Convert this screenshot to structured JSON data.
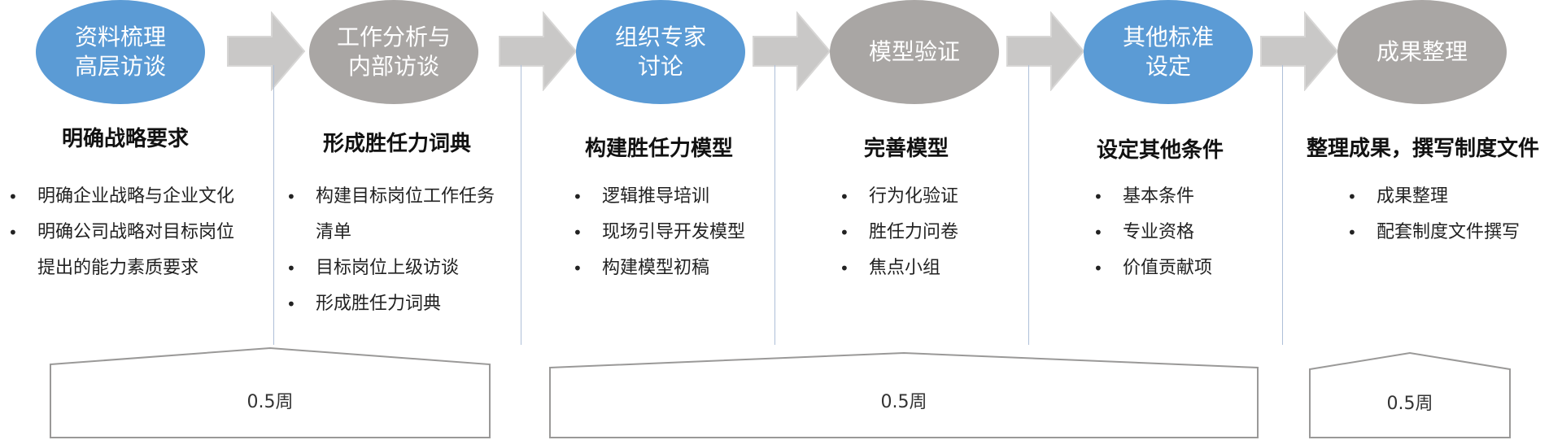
{
  "colors": {
    "blue": "#5b9bd5",
    "grey": "#a9a6a4",
    "arrow": "#c9c8c7",
    "divider": "#aebfd8"
  },
  "steps": [
    {
      "title": "资料梳理\n高层访谈",
      "color": "blue",
      "heading": "明确战略要求",
      "bullets": [
        [
          "明确企业战略与企业文化"
        ],
        [
          "明确公司战略对目标岗位",
          "提出的能力素质要求"
        ]
      ]
    },
    {
      "title": "工作分析与\n内部访谈",
      "color": "grey",
      "heading": "形成胜任力词典",
      "bullets": [
        [
          "构建目标岗位工作任务",
          "清单"
        ],
        [
          "目标岗位上级访谈"
        ],
        [
          "形成胜任力词典"
        ]
      ]
    },
    {
      "title": "组织专家\n讨论",
      "color": "blue",
      "heading": "构建胜任力模型",
      "bullets": [
        [
          "逻辑推导培训"
        ],
        [
          "现场引导开发模型"
        ],
        [
          "构建模型初稿"
        ]
      ]
    },
    {
      "title": "模型验证",
      "color": "grey",
      "heading": "完善模型",
      "bullets": [
        [
          "行为化验证"
        ],
        [
          "胜任力问卷"
        ],
        [
          "焦点小组"
        ]
      ]
    },
    {
      "title": "其他标准\n设定",
      "color": "blue",
      "heading": "设定其他条件",
      "bullets": [
        [
          "基本条件"
        ],
        [
          "专业资格"
        ],
        [
          "价值贡献项"
        ]
      ]
    },
    {
      "title": "成果整理",
      "color": "grey",
      "heading": "整理成果，撰写制度文件",
      "bullets": [
        [
          "成果整理"
        ],
        [
          "配套制度文件撰写"
        ]
      ]
    }
  ],
  "durations": [
    {
      "label": "0.5周"
    },
    {
      "label": "0.5周"
    },
    {
      "label": "0.5周"
    }
  ]
}
